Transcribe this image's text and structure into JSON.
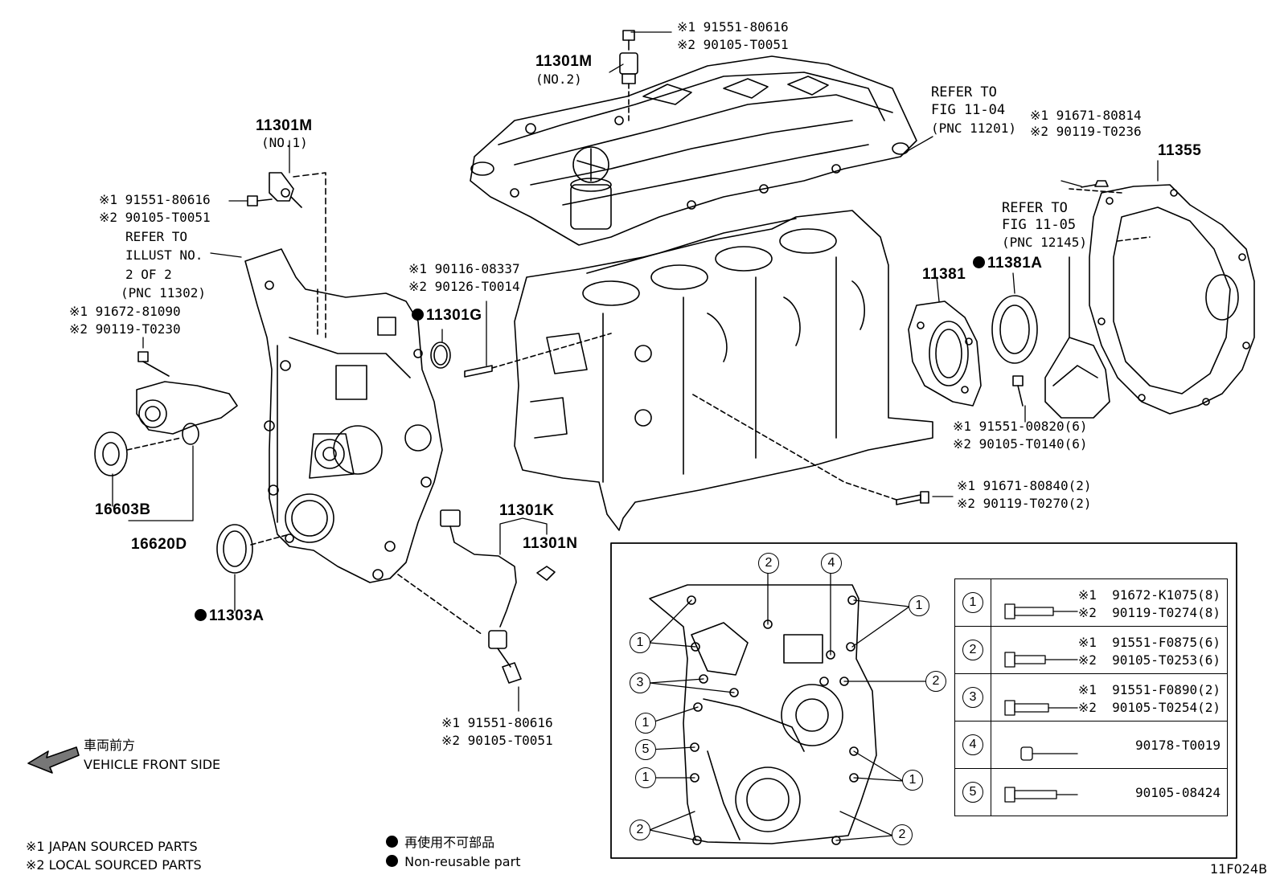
{
  "parts": {
    "sensor_top_bolt": {
      "l1": "※1 91551-80616",
      "l2": "※2 90105-T0051"
    },
    "sensor_no2": {
      "pn": "11301M",
      "sub": "(NO.2)"
    },
    "head_cover_ref": {
      "l1": "REFER TO",
      "l2": "FIG 11-04",
      "l3": "(PNC 11201)"
    },
    "rear_bolt": {
      "l1": "※1 91671-80814",
      "l2": "※2 90119-T0236"
    },
    "plate": {
      "pn": "11355"
    },
    "sensor_no1": {
      "pn": "11301M",
      "sub": "(NO.1)"
    },
    "sensor_no1_bolt": {
      "l1": "※1 91551-80616",
      "l2": "※2 90105-T0051"
    },
    "illust_ref": {
      "l1": "REFER TO",
      "l2": "ILLUST NO.",
      "l3": "2 OF 2",
      "l4": "(PNC 11302)"
    },
    "tensioner_bolt": {
      "l1": "※1 91672-81090",
      "l2": "※2 90119-T0230"
    },
    "stud": {
      "l1": "※1 90116-08337",
      "l2": "※2 90126-T0014"
    },
    "oring": {
      "pn": "11301G"
    },
    "oil_pan_ref": {
      "l1": "REFER TO",
      "l2": "FIG 11-05",
      "l3": "(PNC 12145)"
    },
    "retainer": {
      "pn": "11381"
    },
    "rear_seal": {
      "pn": "11381A"
    },
    "retainer_bolt": {
      "l1": "※1 91551-00820(6)",
      "l2": "※2 90105-T0140(6)"
    },
    "block_bolt": {
      "l1": "※1 91671-80840(2)",
      "l2": "※2 90119-T0270(2)"
    },
    "pulley": {
      "pn": "16603B"
    },
    "tensioner": {
      "pn": "16620D"
    },
    "harness": {
      "pn": "11301K"
    },
    "clamp": {
      "pn": "11301N"
    },
    "front_seal": {
      "pn": "11303A"
    },
    "sensor_bottom_bolt": {
      "l1": "※1 91551-80616",
      "l2": "※2 90105-T0051"
    }
  },
  "vehicle_front": {
    "jp": "車両前方",
    "en": "VEHICLE FRONT SIDE"
  },
  "source_legend": {
    "l1": "※1 JAPAN SOURCED PARTS",
    "l2": "※2 LOCAL SOURCED PARTS"
  },
  "nonreusable": {
    "jp": "再使用不可部品",
    "en": "Non-reusable part"
  },
  "figure_code": "11F024B",
  "bolt_table": [
    {
      "num": "1",
      "l1": "※1  91672-K1075(8)",
      "l2": "※2  90119-T0274(8)"
    },
    {
      "num": "2",
      "l1": "※1  91551-F0875(6)",
      "l2": "※2  90105-T0253(6)"
    },
    {
      "num": "3",
      "l1": "※1  91551-F0890(2)",
      "l2": "※2  90105-T0254(2)"
    },
    {
      "num": "4",
      "l1": "90178-T0019",
      "l2": ""
    },
    {
      "num": "5",
      "l1": "90105-08424",
      "l2": ""
    }
  ],
  "inset_callouts": [
    "2",
    "4",
    "1",
    "1",
    "3",
    "2",
    "1",
    "5",
    "1",
    "1",
    "2",
    "2"
  ]
}
